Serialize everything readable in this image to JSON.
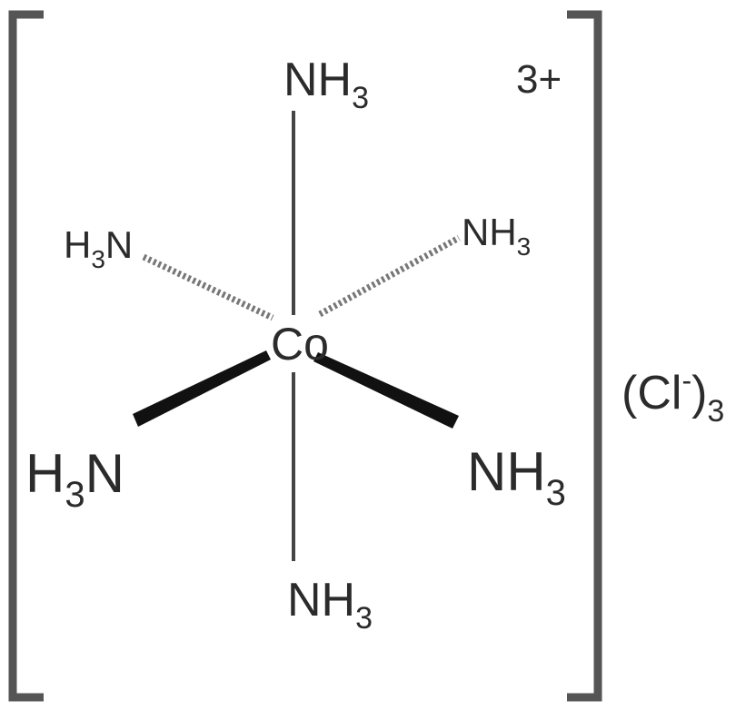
{
  "molecule": {
    "center": "Co",
    "charge": "3+",
    "counterion": {
      "open": "(",
      "ion": "Cl",
      "ion_charge": "-",
      "close": ")",
      "count": "3"
    },
    "ligands": {
      "top": {
        "main": "NH",
        "sub": "3"
      },
      "bottom": {
        "main": "NH",
        "sub": "3"
      },
      "back_left": {
        "pre": "H",
        "sub": "3",
        "post": "N"
      },
      "back_right": {
        "main": "NH",
        "sub": "3"
      },
      "front_left": {
        "pre": "H",
        "sub": "3",
        "post": "N"
      },
      "front_right": {
        "main": "NH",
        "sub": "3"
      }
    },
    "bond_styles": {
      "axial": "plain",
      "back": "hashed",
      "front": "wedge"
    }
  }
}
